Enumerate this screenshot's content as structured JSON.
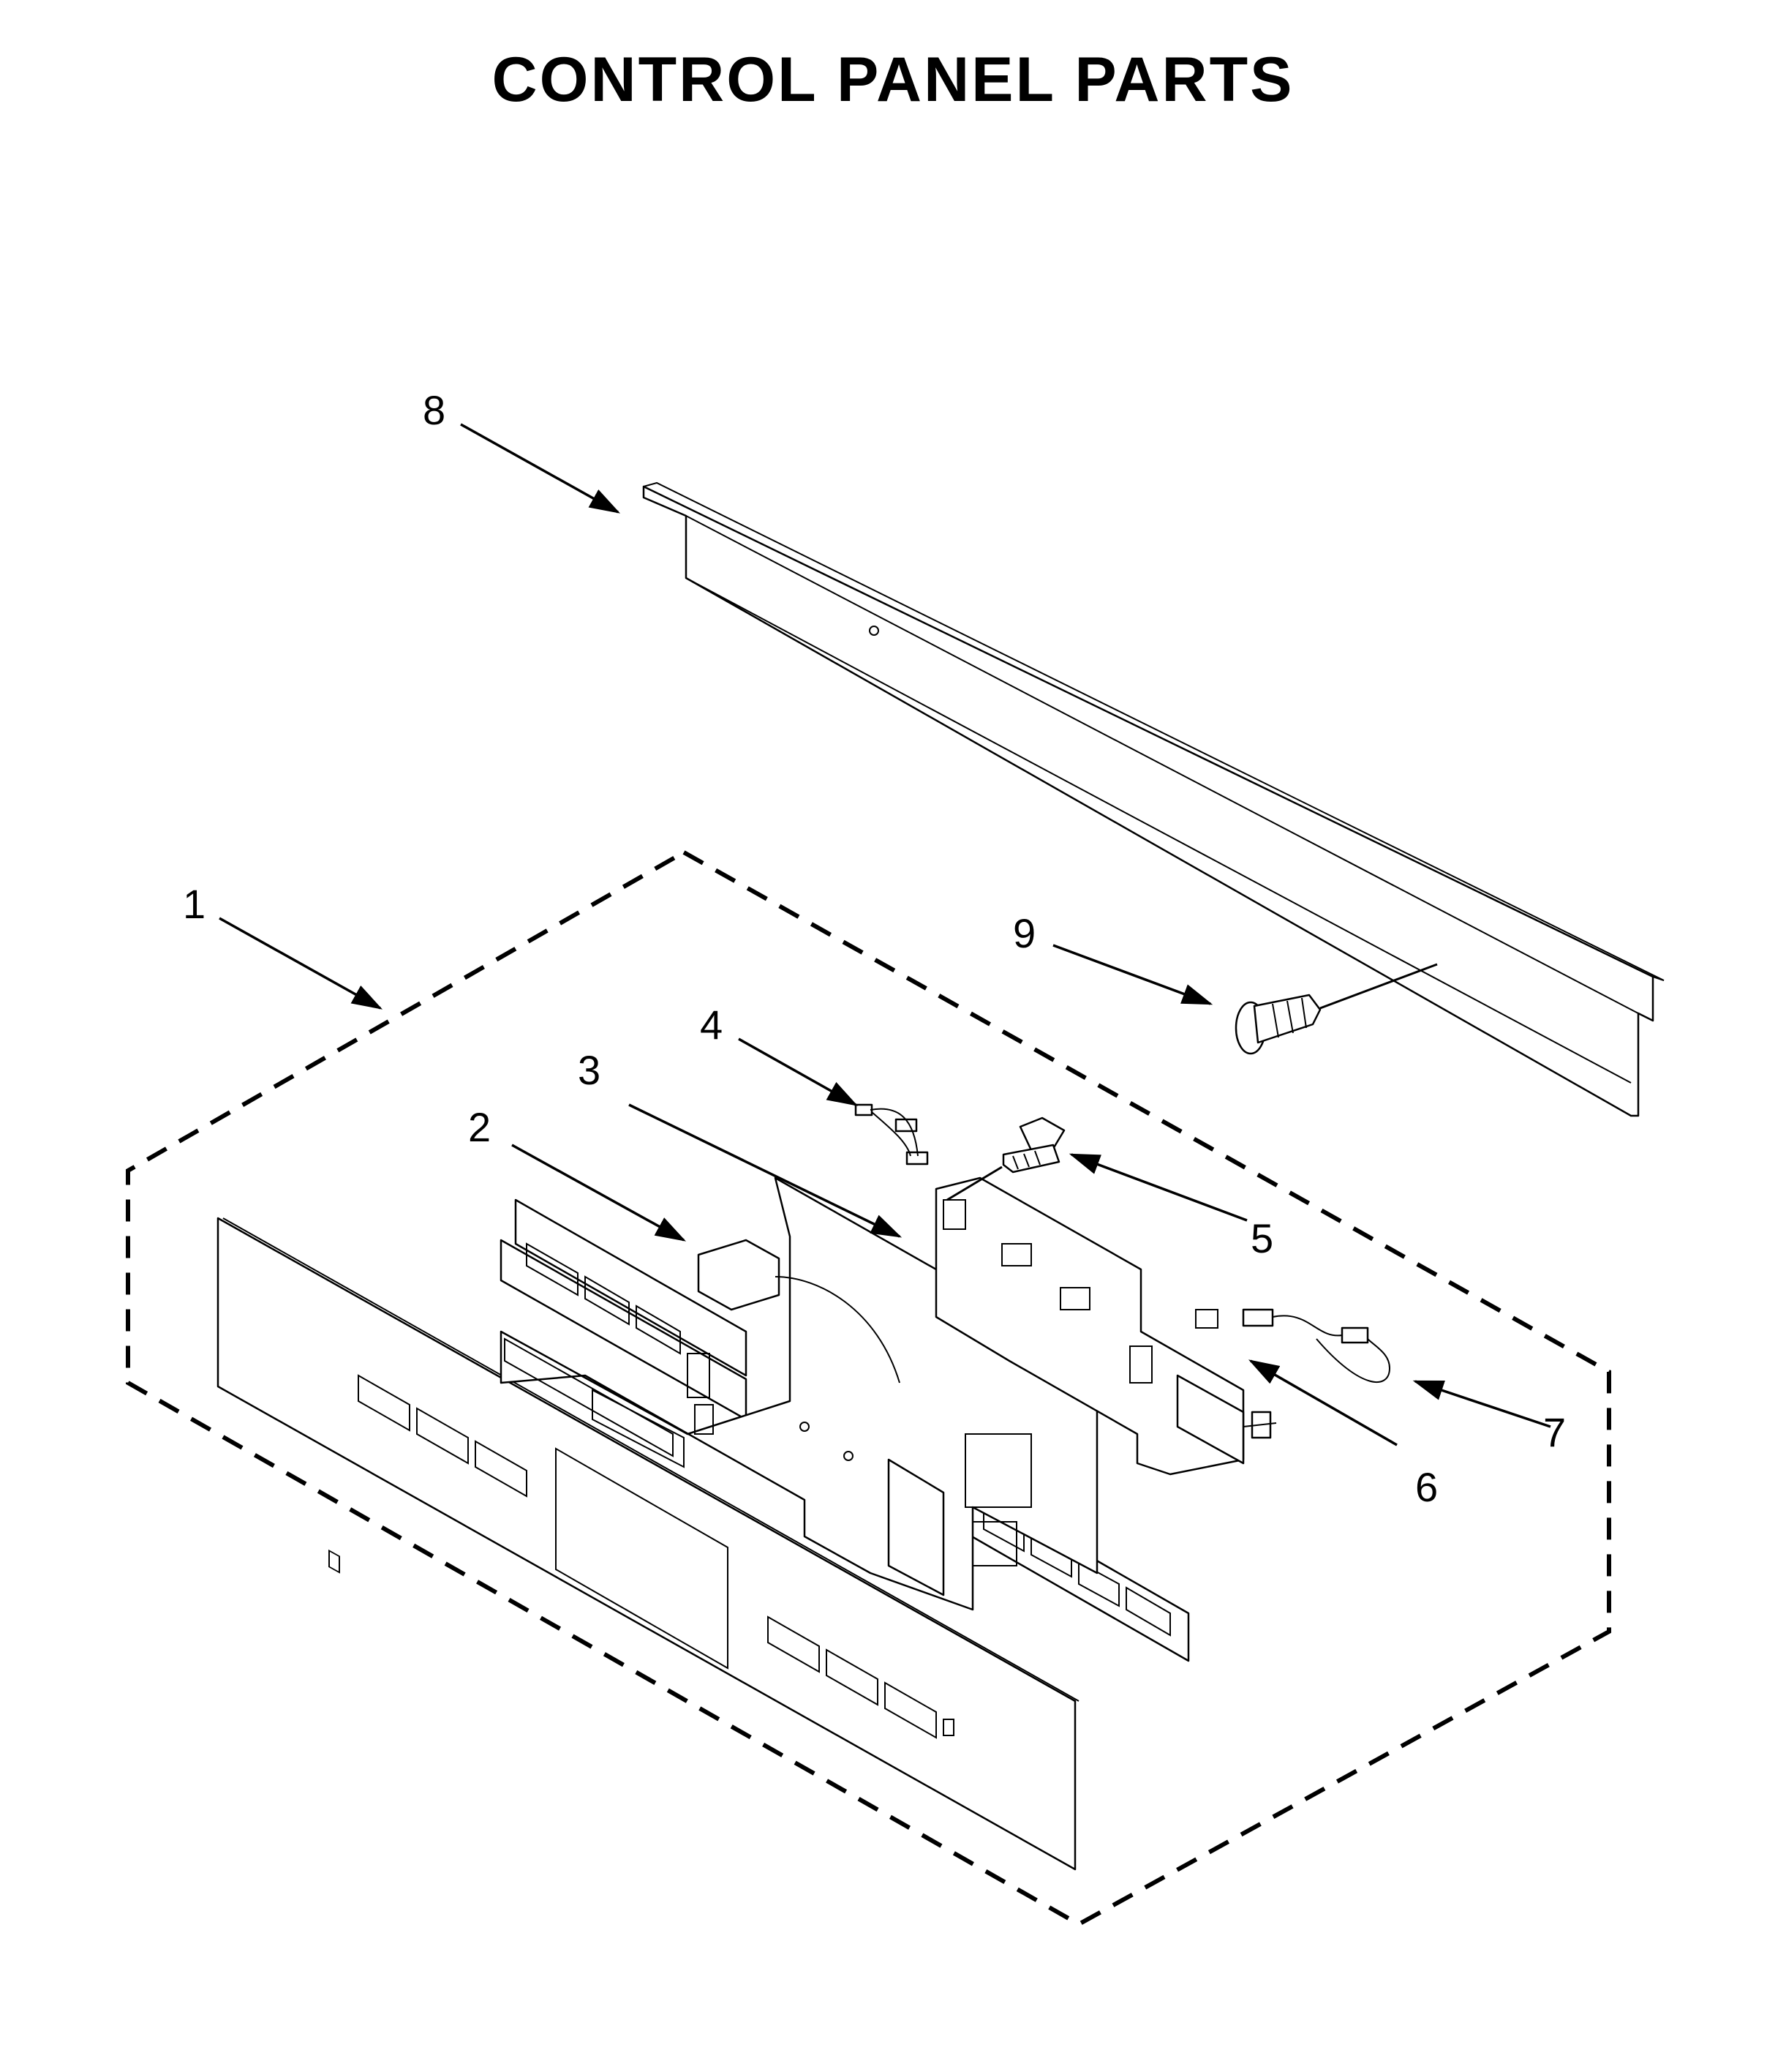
{
  "title": "CONTROL PANEL PARTS",
  "callouts": [
    {
      "id": "1",
      "label": "1"
    },
    {
      "id": "2",
      "label": "2"
    },
    {
      "id": "3",
      "label": "3"
    },
    {
      "id": "4",
      "label": "4"
    },
    {
      "id": "5",
      "label": "5"
    },
    {
      "id": "6",
      "label": "6"
    },
    {
      "id": "7",
      "label": "7"
    },
    {
      "id": "8",
      "label": "8"
    },
    {
      "id": "9",
      "label": "9"
    }
  ]
}
